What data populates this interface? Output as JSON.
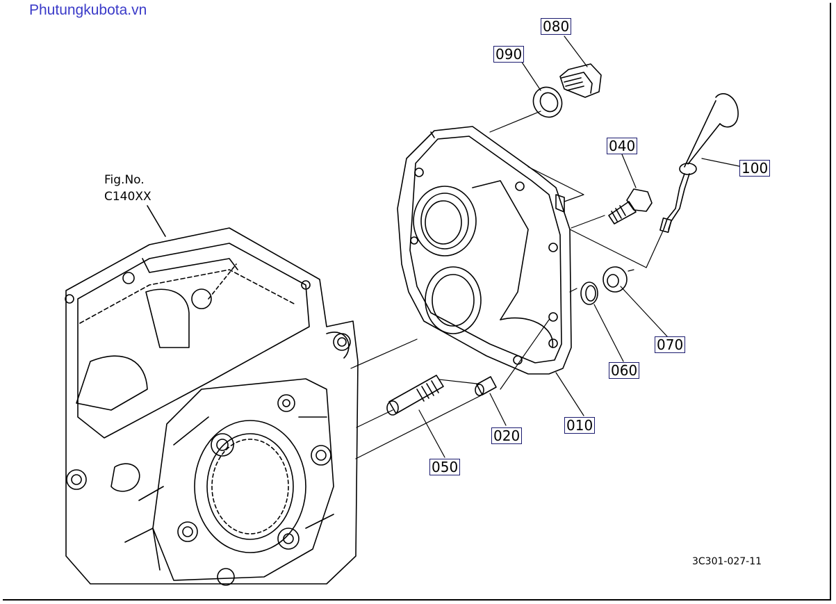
{
  "watermark": "Phutungkubota.vn",
  "figure": {
    "line1": "Fig.No.",
    "line2": "C140XX"
  },
  "drawing_code": "3C301-027-11",
  "parts": [
    {
      "id": "p080",
      "label": "080"
    },
    {
      "id": "p090",
      "label": "090"
    },
    {
      "id": "p040",
      "label": "040"
    },
    {
      "id": "p100",
      "label": "100"
    },
    {
      "id": "p070",
      "label": "070"
    },
    {
      "id": "p060",
      "label": "060"
    },
    {
      "id": "p010",
      "label": "010"
    },
    {
      "id": "p020",
      "label": "020"
    },
    {
      "id": "p050",
      "label": "050"
    }
  ],
  "colors": {
    "label_border": "#1a1a6e",
    "watermark": "#3a3ac8",
    "ink": "#000000"
  }
}
